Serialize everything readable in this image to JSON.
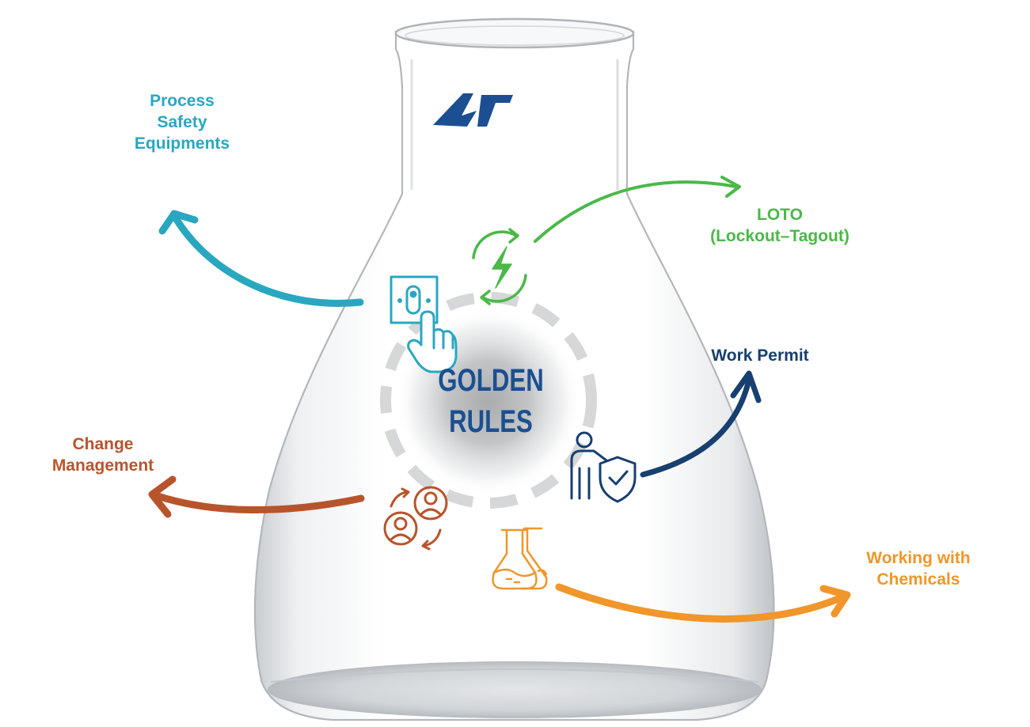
{
  "title": {
    "line1": "GOLDEN",
    "line2": "RULES",
    "color": "#1b4f91"
  },
  "logo": {
    "icon": "ac-logo-icon",
    "color": "#1b4f91"
  },
  "rules": [
    {
      "id": "process-safety",
      "lines": [
        "Process",
        "Safety",
        "Equipments"
      ],
      "color": "#2aa7c0",
      "icon": "switch-hand-icon"
    },
    {
      "id": "loto",
      "lines": [
        "LOTO",
        "(Lockout–Tagout)"
      ],
      "color": "#4bb848",
      "icon": "power-cycle-icon"
    },
    {
      "id": "work-permit",
      "lines": [
        "Work Permit"
      ],
      "color": "#173f6f",
      "icon": "person-shield-icon"
    },
    {
      "id": "change-management",
      "lines": [
        "Change",
        "Management"
      ],
      "color": "#b8542b",
      "icon": "people-exchange-icon"
    },
    {
      "id": "chemicals",
      "lines": [
        "Working with",
        "Chemicals"
      ],
      "color": "#f0962a",
      "icon": "flasks-icon"
    }
  ]
}
